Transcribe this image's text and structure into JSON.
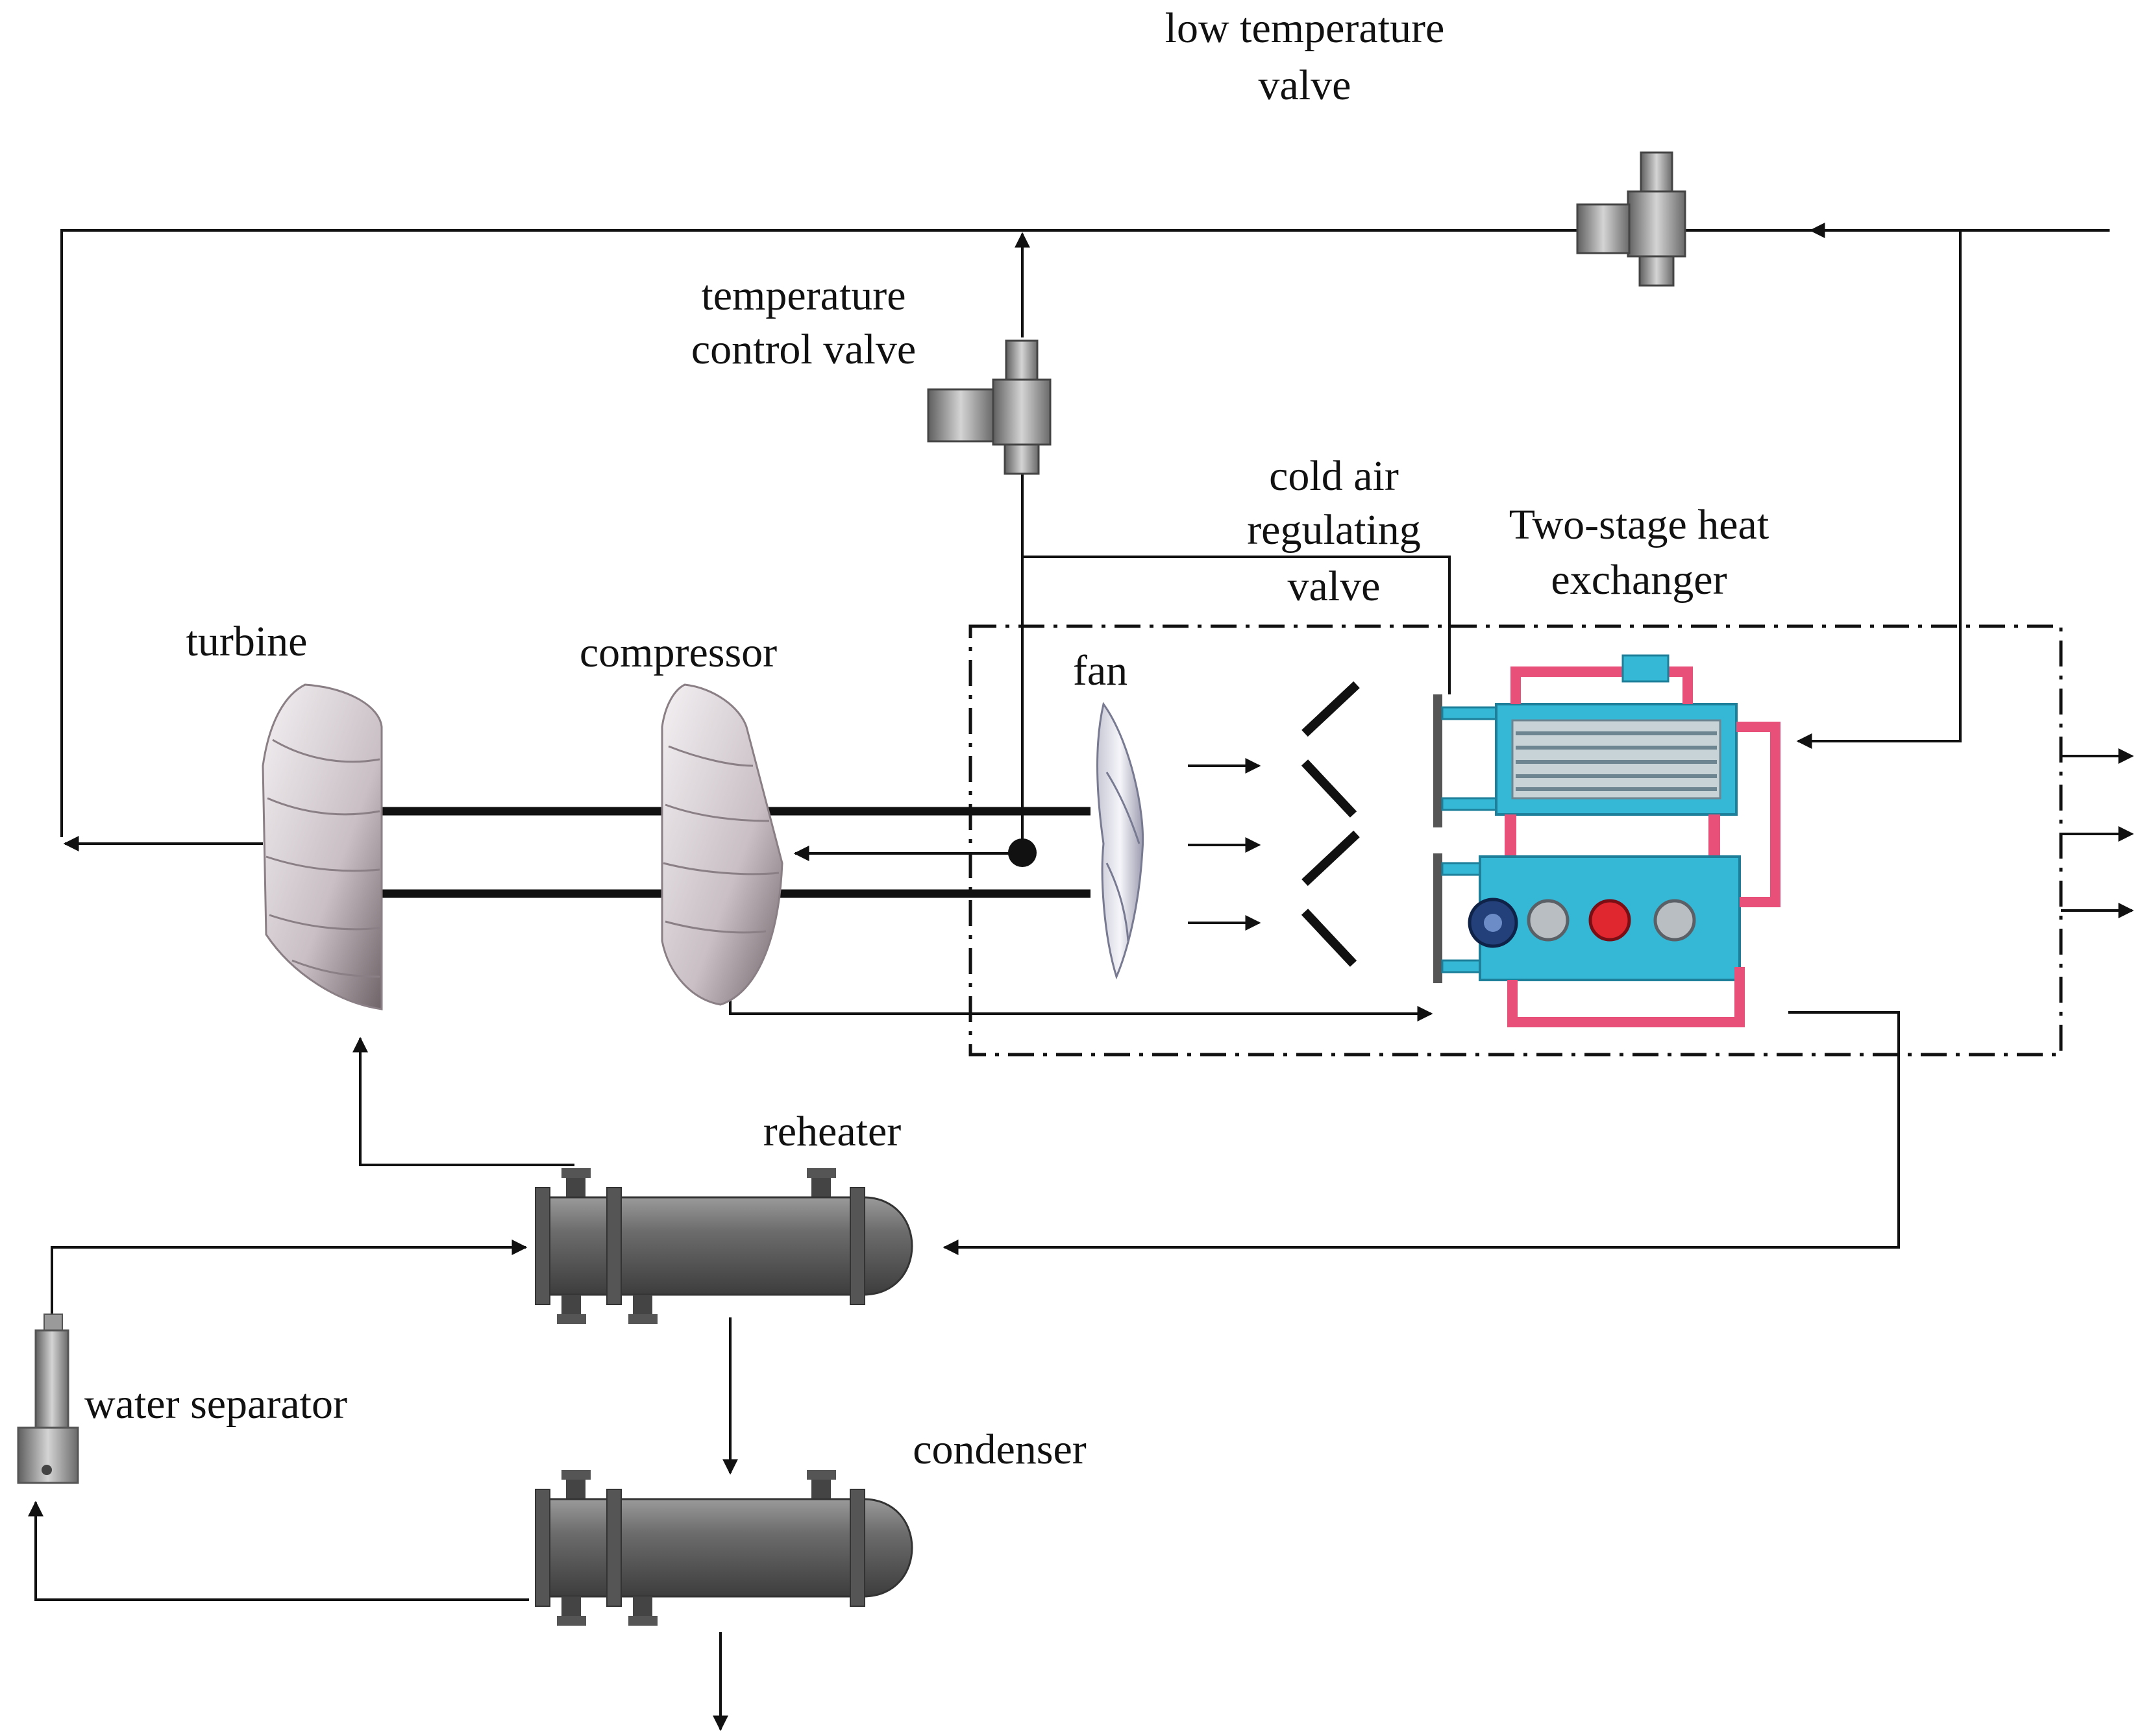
{
  "labels": {
    "low_temperature_valve_l1": "low temperature",
    "low_temperature_valve_l2": "valve",
    "temperature_control_valve_l1": "temperature",
    "temperature_control_valve_l2": "control valve",
    "cold_air_regulating_valve_l1": "cold air",
    "cold_air_regulating_valve_l2": "regulating",
    "cold_air_regulating_valve_l3": "valve",
    "two_stage_heat_exchanger_l1": "Two-stage heat",
    "two_stage_heat_exchanger_l2": "exchanger",
    "turbine": "turbine",
    "compressor": "compressor",
    "fan": "fan",
    "reheater": "reheater",
    "water_separator": "water separator",
    "condenser": "condenser"
  },
  "colors": {
    "line": "#111111",
    "exchanger_body": "#35b8d6",
    "exchanger_edge": "#1d7f99",
    "exchanger_pipe": "#e8507a",
    "vessel_body": "#6b6b6b",
    "impeller": "#d9d2d6",
    "valve_body": "#8f8f8f"
  }
}
